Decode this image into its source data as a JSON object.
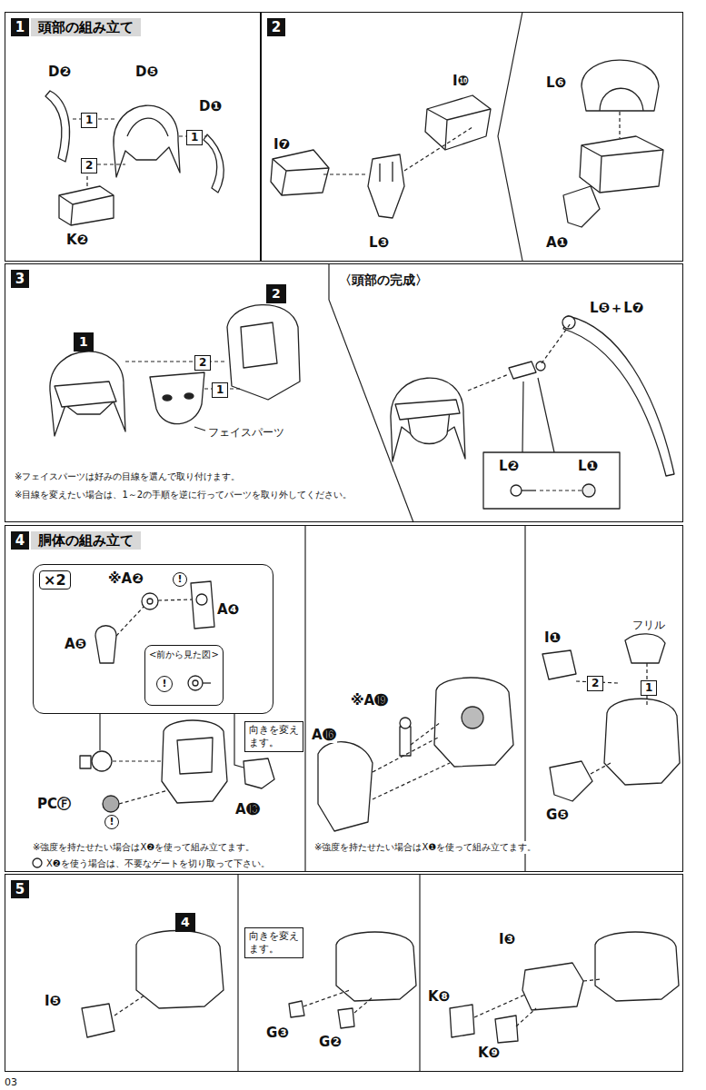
{
  "diagram": {
    "nodes": [
      {
        "text": [
          "1",
          "頭部の組み立て"
        ]
      },
      {
        "text": [
          "1"
        ],
        "in": 0
      },
      {
        "text": [
          "1"
        ],
        "in": 0
      },
      {
        "text": [
          "2"
        ],
        "in": 0
      },
      {
        "text": [
          "2"
        ]
      },
      {
        "text": [
          "3"
        ]
      },
      {
        "text": [
          "1"
        ],
        "in": 5
      },
      {
        "text": [
          "2"
        ],
        "in": 5
      },
      {
        "text": [
          "2"
        ],
        "in": 5
      },
      {
        "text": [
          "1"
        ],
        "in": 5
      },
      {
        "text": [
          "4",
          "胴体の組み立て"
        ]
      },
      {
        "text": [
          "×2"
        ],
        "in": 10
      },
      {
        "text": [
          "<前から見た図>",
          "!"
        ],
        "in": 11
      },
      {
        "text": [
          "向きを変えます。"
        ],
        "in": 10
      },
      {
        "text": [
          "2"
        ],
        "in": 10
      },
      {
        "text": [
          "1"
        ],
        "in": 10
      },
      {
        "text": [
          "5"
        ]
      },
      {
        "text": [
          "4"
        ],
        "in": 16
      },
      {
        "text": [
          "向きを変えます。"
        ],
        "in": 16
      }
    ],
    "labels": [
      "D❷",
      "D❺",
      "D❶",
      "K❷",
      "I❿",
      "L❻",
      "I❼",
      "L❸",
      "A❶",
      "〈頭部の完成〉",
      "フェイスパーツ",
      "L❺＋L❼",
      "L❷",
      "L❶",
      "※フェイスパーツは好みの目線を選んで取り付けます。",
      "※目線を変えたい場合は、1～2の手順を逆に行ってパーツを取り外してください。",
      "※A❷",
      "!",
      "A❹",
      "A❺",
      "PCⒻ",
      "!",
      "A⓭",
      "※強度を持たせたい場合はX❷を使って組み立てます。",
      "X❷を使う場合は、不要なゲートを切り取って下さい。",
      "※A⓳",
      "A⓰",
      "※強度を持たせたい場合はX❶を使って組み立てます。",
      "I❶",
      "フリル",
      "G❺",
      "I❺",
      "G❸",
      "G❷",
      "I❸",
      "K❽",
      "K❾",
      "03"
    ]
  }
}
